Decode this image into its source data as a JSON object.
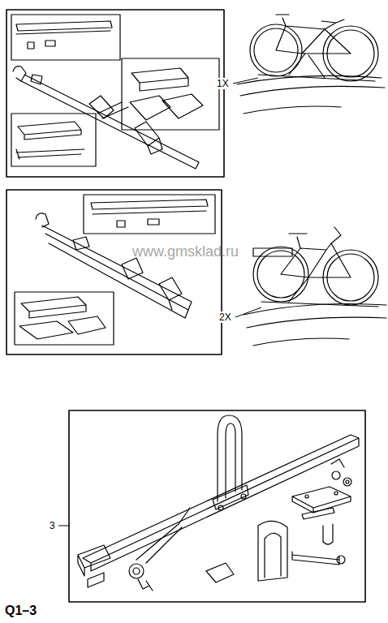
{
  "diagram": {
    "labels": [
      "1X",
      "2X",
      "3",
      "Q1–3",
      "www.gmsklad.ru"
    ]
  }
}
